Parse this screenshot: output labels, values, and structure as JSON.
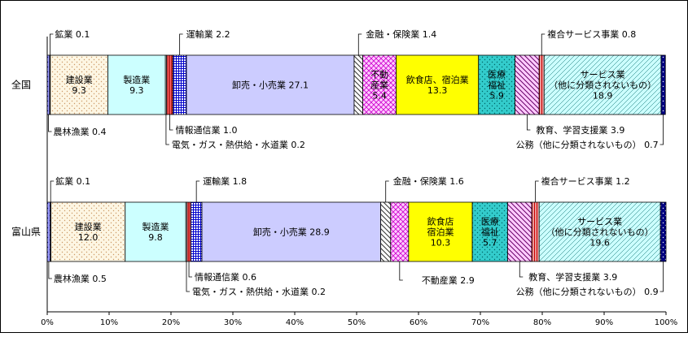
{
  "chart_data": {
    "type": "bar",
    "stacked": true,
    "orientation": "horizontal",
    "normalized": true,
    "categories": [
      "全国",
      "富山県"
    ],
    "x_ticks": [
      "0%",
      "10%",
      "20%",
      "30%",
      "40%",
      "50%",
      "60%",
      "70%",
      "80%",
      "90%",
      "100%"
    ],
    "xlim": [
      0,
      100
    ],
    "grid": false,
    "series": [
      {
        "key": "agri",
        "values": [
          0.4,
          0.5
        ],
        "color": "#9999ff",
        "pattern": "dots",
        "labels": [
          "農林漁業 0.4",
          "農林漁業 0.5"
        ]
      },
      {
        "key": "mining",
        "values": [
          0.1,
          0.1
        ],
        "color": "#ffffff",
        "labels": [
          "鉱業 0.1",
          "鉱業 0.1"
        ]
      },
      {
        "key": "construction",
        "values": [
          9.3,
          12.0
        ],
        "color": "#fdf6e3",
        "pattern": "dots",
        "inside": [
          [
            "建設業",
            "9.3"
          ],
          [
            "建設業",
            "12.0"
          ]
        ]
      },
      {
        "key": "manufacturing",
        "values": [
          9.3,
          9.8
        ],
        "color": "#ccffff",
        "inside": [
          [
            "製造業",
            "9.3"
          ],
          [
            "製造業",
            "9.8"
          ]
        ]
      },
      {
        "key": "utilities",
        "values": [
          0.2,
          0.2
        ],
        "color": "#ffffff",
        "labels": [
          "電気・ガス・熱供給・水道業 0.2",
          "電気・ガス・熱供給・水道業 0.2"
        ]
      },
      {
        "key": "infocomm",
        "values": [
          1.0,
          0.6
        ],
        "color": "#ff6666",
        "pattern": "vlines",
        "labels": [
          "情報通信業 1.0",
          "情報通信業 0.6"
        ]
      },
      {
        "key": "transport",
        "values": [
          2.2,
          1.8
        ],
        "color": "#ffffff",
        "pattern": "grid",
        "labels": [
          "運輸業 2.2",
          "運輸業 1.8"
        ]
      },
      {
        "key": "wholesale",
        "values": [
          27.1,
          28.9
        ],
        "color": "#ccccff",
        "inside": [
          [
            "卸売・小売業 27.1"
          ],
          [
            "卸売・小売業 28.9"
          ]
        ]
      },
      {
        "key": "finance",
        "values": [
          1.4,
          1.6
        ],
        "color": "#ffffff",
        "pattern": "diag",
        "labels": [
          "金融・保険業 1.4",
          "金融・保険業 1.6"
        ]
      },
      {
        "key": "realestate",
        "values": [
          5.4,
          2.9
        ],
        "color": "#ffccff",
        "pattern": "cross",
        "inside": [
          [
            "不動",
            "産業",
            "5.4"
          ],
          []
        ],
        "labels": [
          "",
          "不動産業 2.9"
        ]
      },
      {
        "key": "food",
        "values": [
          13.3,
          10.3
        ],
        "color": "#ffff00",
        "inside": [
          [
            "飲食店、宿泊業",
            "13.3"
          ],
          [
            "飲食店",
            "宿泊業",
            "10.3"
          ]
        ]
      },
      {
        "key": "medical",
        "values": [
          5.9,
          5.7
        ],
        "color": "#33cccc",
        "pattern": "dots",
        "inside": [
          [
            "医療",
            "福祉",
            "5.9"
          ],
          [
            "医療",
            "福祉",
            "5.7"
          ]
        ]
      },
      {
        "key": "education",
        "values": [
          3.9,
          3.9
        ],
        "color": "#ffccff",
        "pattern": "diag",
        "labels": [
          "教育、学習支援業 3.9",
          "教育、学習支援業 3.9"
        ]
      },
      {
        "key": "compound",
        "values": [
          0.8,
          1.2
        ],
        "color": "#cc0000",
        "pattern": "vlines",
        "labels": [
          "複合サービス事業 0.8",
          "複合サービス事業 1.2"
        ]
      },
      {
        "key": "services",
        "values": [
          18.9,
          19.6
        ],
        "color": "#ccffff",
        "pattern": "hatch",
        "inside": [
          [
            "サービス業",
            "（他に分類されないもの）",
            "18.9"
          ],
          [
            "サービス業",
            "（他に分類されないもの）",
            "19.6"
          ]
        ]
      },
      {
        "key": "public",
        "values": [
          0.7,
          0.9
        ],
        "color": "#000080",
        "pattern": "dots",
        "labels": [
          "公務（他に分類されないもの） 0.7",
          "公務（他に分類されないもの） 0.9"
        ]
      }
    ]
  }
}
